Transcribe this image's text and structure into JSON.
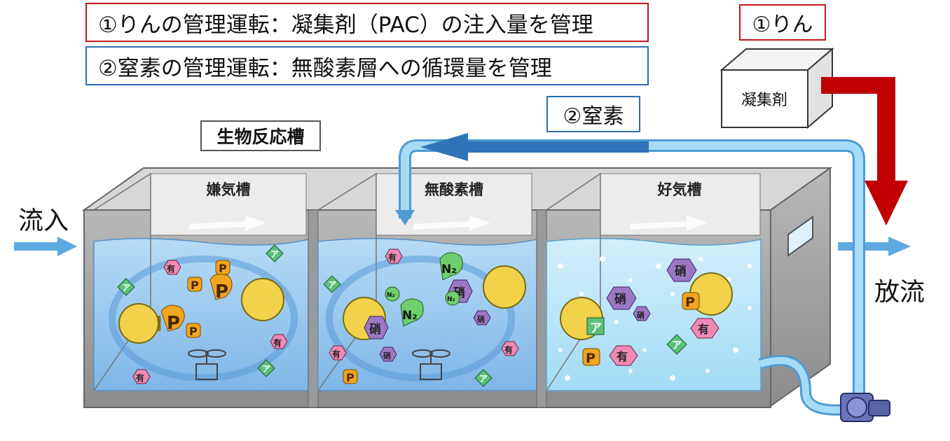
{
  "legend": {
    "phosphorus": "①りんの管理運転：凝集剤（PAC）の注入量を管理",
    "nitrogen": "②窒素の管理運転：無酸素層への循環量を管理"
  },
  "labels": {
    "phosphorus_tag": "①りん",
    "nitrogen_tag": "②窒素",
    "coagulant": "凝集剤",
    "tank_title": "生物反応槽",
    "inflow": "流入",
    "outflow": "放流"
  },
  "zones": {
    "anaerobic": "嫌気槽",
    "anoxic": "無酸素槽",
    "aerobic": "好気槽"
  },
  "particles": {
    "phosphorus": "P",
    "organic": "有",
    "ammonia": "ア",
    "nitrate": "硝",
    "nitrogen_gas": "N₂"
  },
  "colors": {
    "phosphorus_border": "#c0161b",
    "nitrogen_border": "#2f6db0",
    "dose_arrow": "#c00000",
    "recycle_arrow": "#2f74b8",
    "pipe": "#7fc4ec",
    "tank_wall": "#9a9a9a",
    "water_anaerobic": "#9ccaf0",
    "water_aerobic": "#bfe6fa"
  }
}
